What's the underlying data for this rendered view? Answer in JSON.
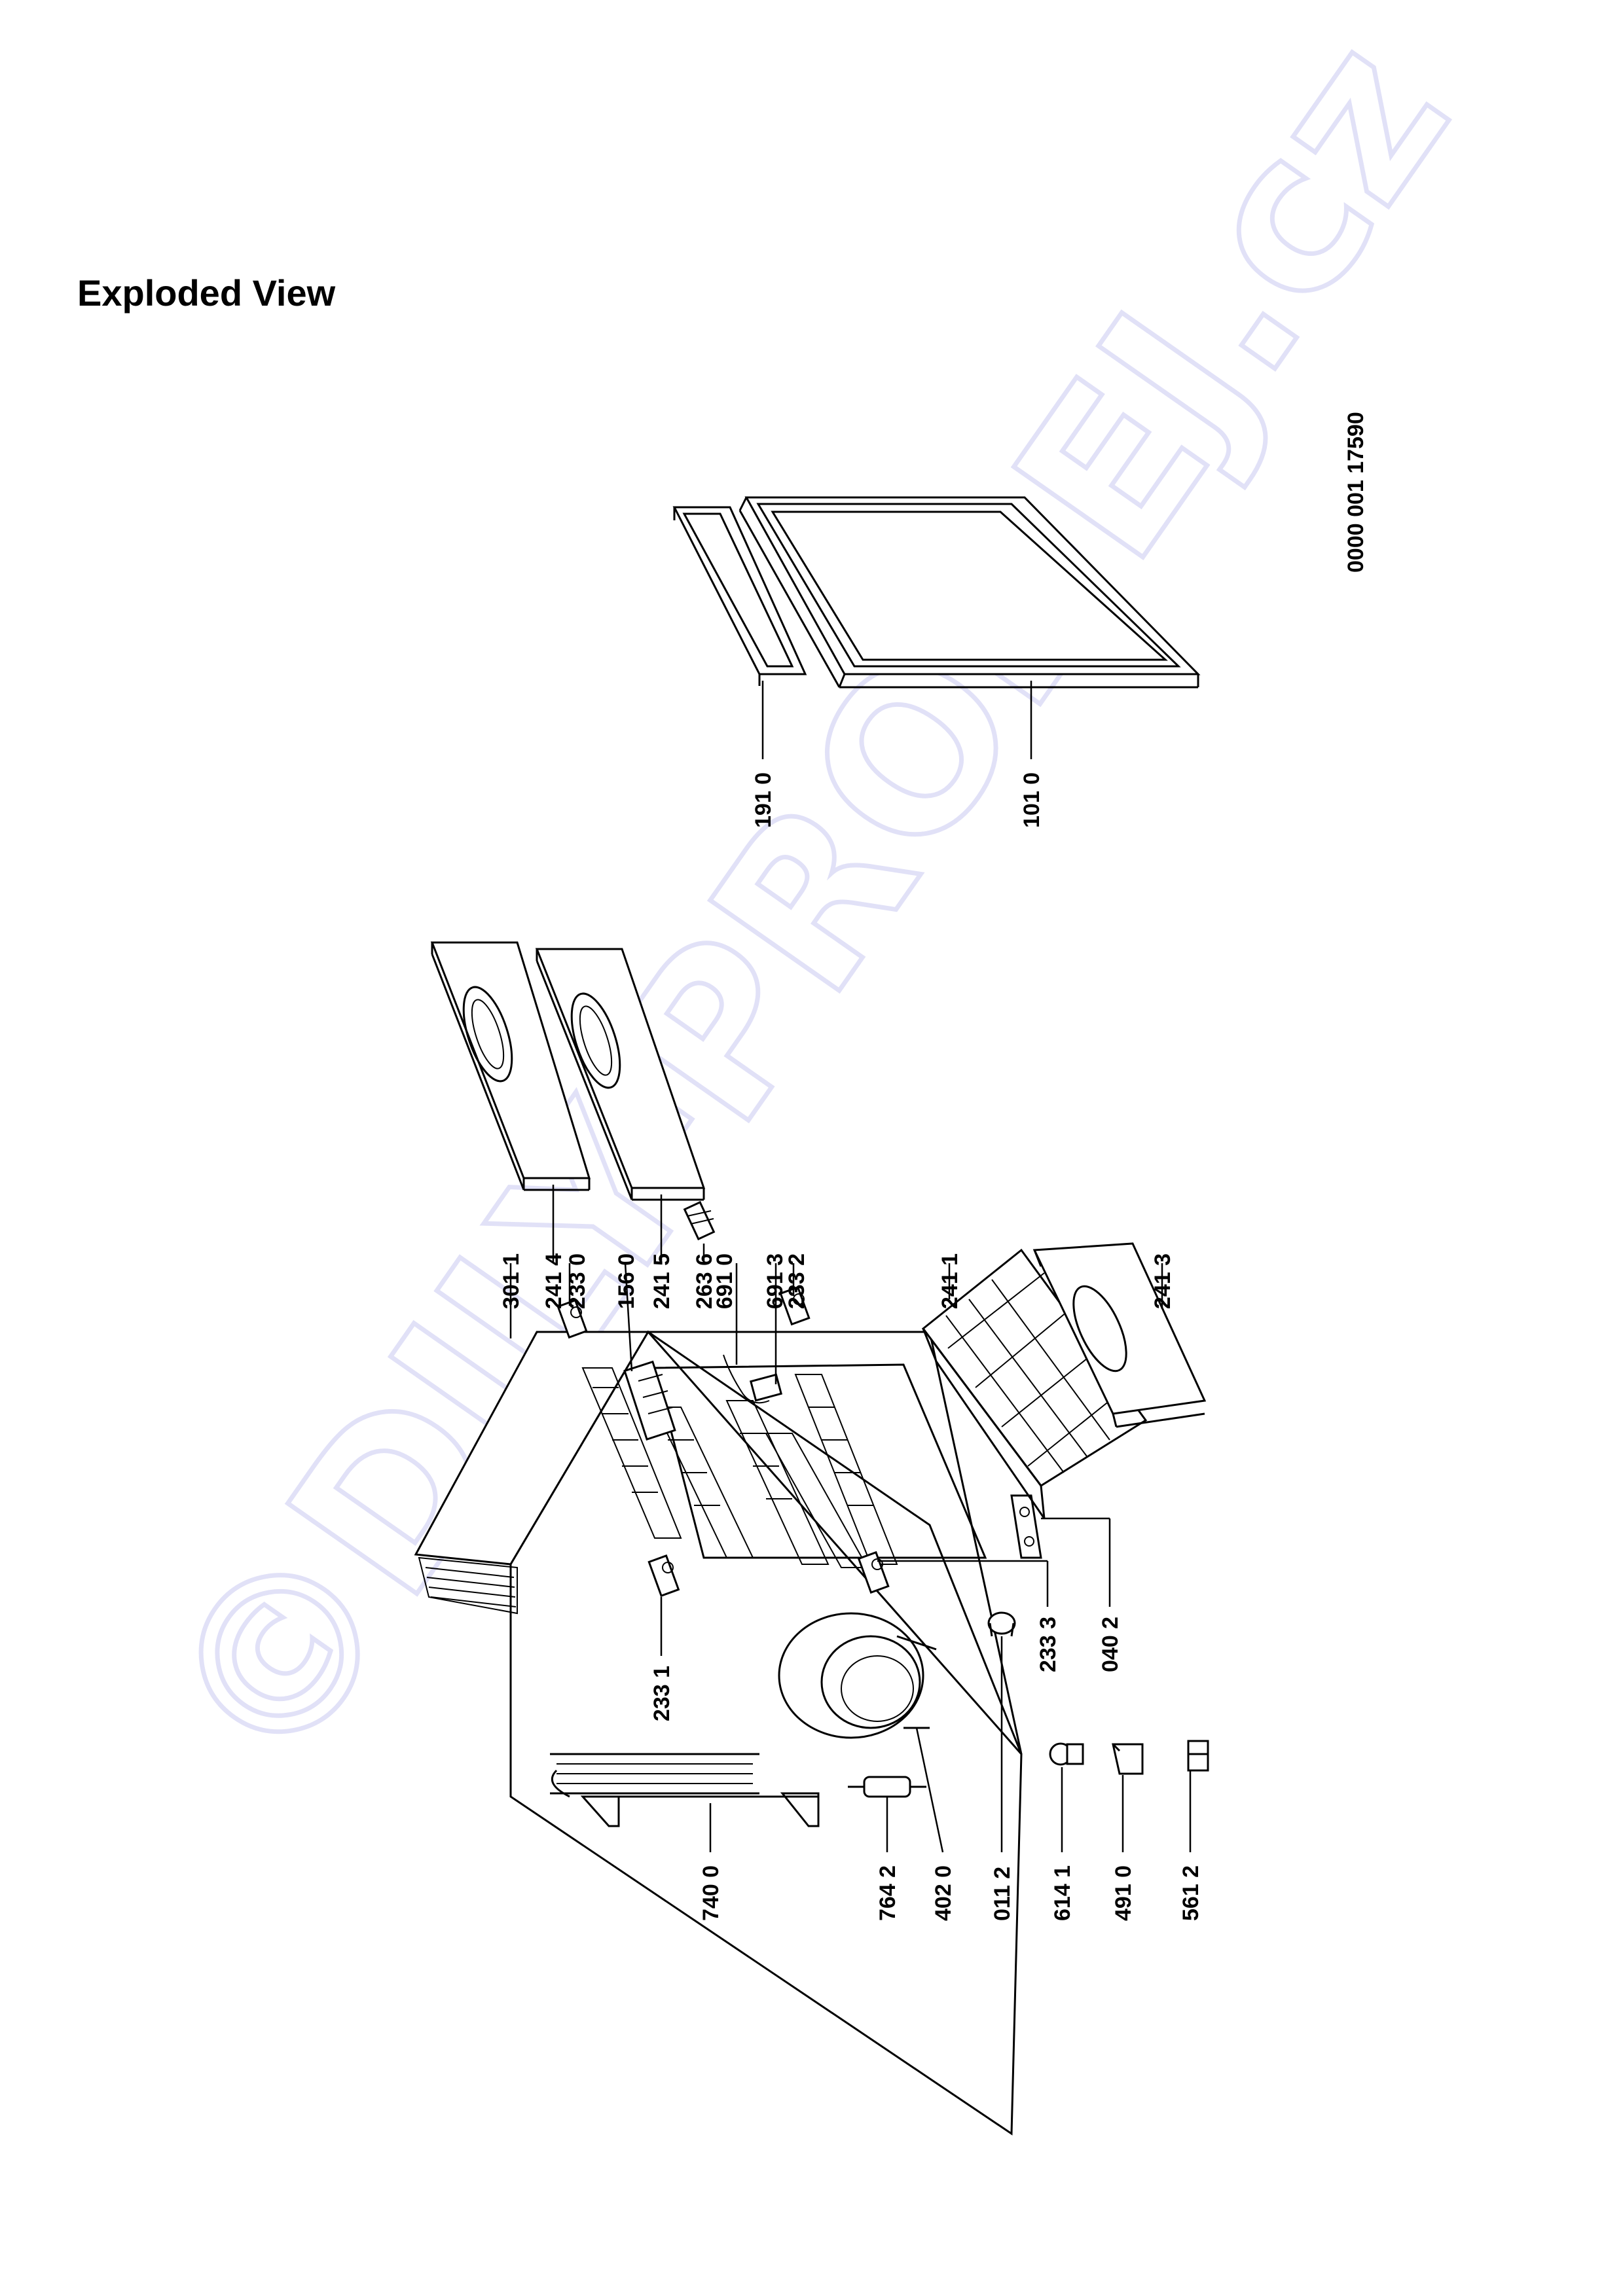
{
  "title": "Exploded View",
  "document_number": "0000  001 17590",
  "watermark": "©DILY-PRODEJ.cz",
  "parts": {
    "p3011": "301 1",
    "p2414": "241 4",
    "p2330": "233 0",
    "p1560": "156 0",
    "p2415": "241 5",
    "p2636": "263 6",
    "p6910": "691 0",
    "p6913": "691 3",
    "p2332": "233 2",
    "p2411": "241 1",
    "p2413": "241 3",
    "p1910": "191 0",
    "p1010": "101 0",
    "p2331": "233 1",
    "p2333": "233 3",
    "p0402": "040 2",
    "p7400": "740 0",
    "p7642": "764 2",
    "p4020": "402 0",
    "p0112": "011 2",
    "p6141": "614 1",
    "p4910": "491 0",
    "p5612": "561 2"
  }
}
